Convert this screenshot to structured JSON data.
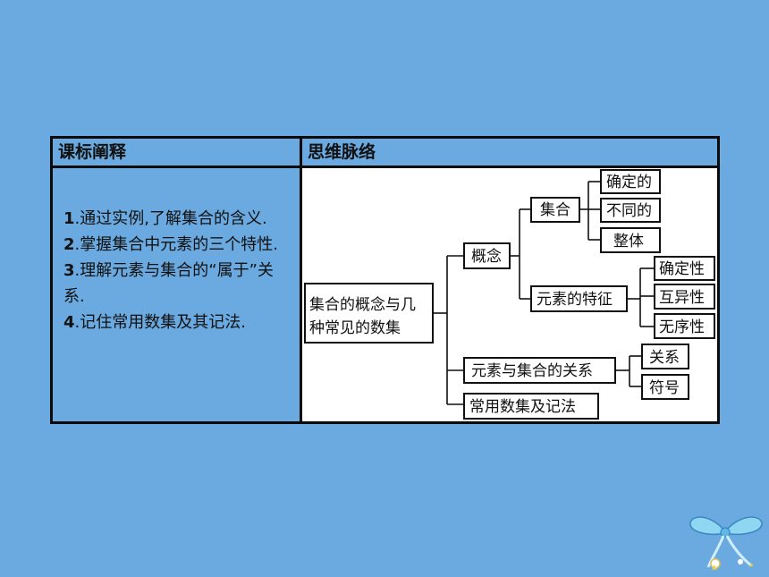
{
  "header": {
    "left": "课标阐释",
    "right": "思维脉络"
  },
  "goals": [
    {
      "num": "1",
      "text": ".通过实例,了解集合的含义."
    },
    {
      "num": "2",
      "text": ".掌握集合中元素的三个特性."
    },
    {
      "num": "3",
      "text": ".理解元素与集合的“属于”关系."
    },
    {
      "num": "4",
      "text": ".记住常用数集及其记法."
    }
  ],
  "mindmap": {
    "root": [
      "集合的概念与几",
      "种常见的数集"
    ],
    "concept": "概念",
    "set": "集合",
    "set_items": [
      "确定的",
      "不同的",
      "整体"
    ],
    "element_features": "元素的特征",
    "feature_items": [
      "确定性",
      "互异性",
      "无序性"
    ],
    "relation": "元素与集合的关系",
    "relation_items": [
      "关系",
      "符号"
    ],
    "common_sets": "常用数集及记法"
  }
}
